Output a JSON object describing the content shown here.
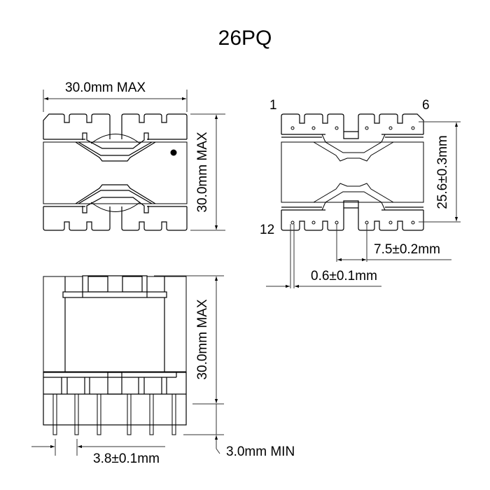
{
  "title": "26PQ",
  "colors": {
    "line": "#000000",
    "dim_line": "#333333",
    "background": "#ffffff"
  },
  "top_view": {
    "width_label": "30.0mm MAX",
    "height_label": "30.0mm MAX",
    "marker": "pin-1-dot"
  },
  "bottom_view": {
    "pin_first": "1",
    "pin_top_right": "6",
    "pin_bottom_left": "12",
    "row_spacing_label": "25.6±0.3mm",
    "pin_group_spacing_label": "7.5±0.2mm",
    "pin_diameter_label": "0.6±0.1mm"
  },
  "side_view": {
    "height_label": "30.0mm MAX",
    "pin_length_label": "3.0mm MIN",
    "pin_pitch_label": "3.8±0.1mm"
  }
}
